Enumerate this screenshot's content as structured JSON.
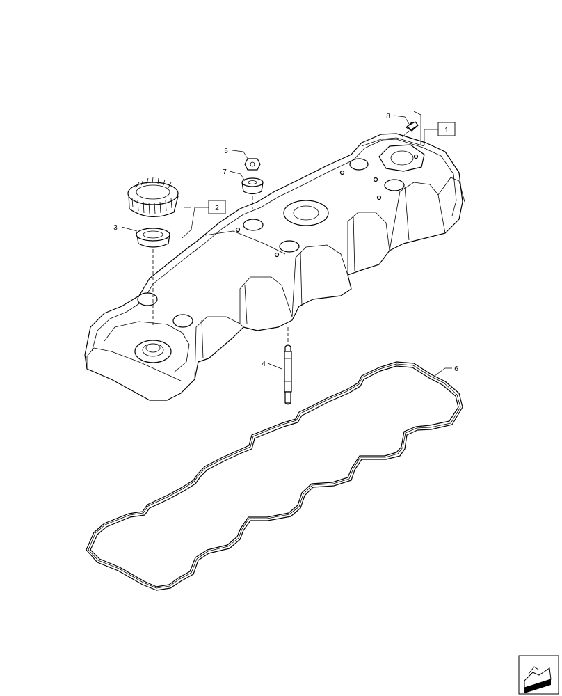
{
  "callouts": [
    {
      "id": "1",
      "label": "1"
    },
    {
      "id": "2",
      "label": "2"
    },
    {
      "id": "3",
      "label": "3"
    },
    {
      "id": "4",
      "label": "4"
    },
    {
      "id": "5",
      "label": "5"
    },
    {
      "id": "6",
      "label": "6"
    },
    {
      "id": "7",
      "label": "7"
    },
    {
      "id": "8",
      "label": "8"
    }
  ],
  "nav_icon": "page-navigation-icon"
}
